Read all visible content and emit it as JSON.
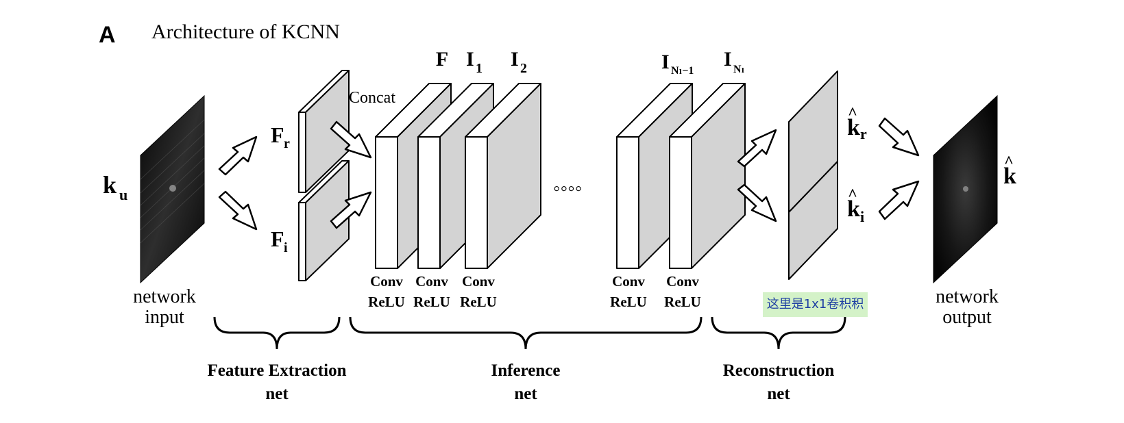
{
  "figure": {
    "panel_letter": "A",
    "title": "Architecture of KCNN",
    "input_label": {
      "main": "k",
      "sub": "u"
    },
    "input_caption": [
      "network",
      "input"
    ],
    "output_label": "k",
    "output_caption": [
      "network",
      "output"
    ],
    "concat_label": "Concat",
    "feature_labels": [
      {
        "main": "F",
        "sub": "r"
      },
      {
        "main": "F",
        "sub": "i"
      }
    ],
    "inference_headers": [
      "F",
      "I",
      "I",
      "I",
      "I"
    ],
    "inference_header_subs": [
      "",
      "1",
      "2",
      "Nₗ−1",
      "Nₗ"
    ],
    "ellipsis": "◦◦◦◦",
    "layer_captions": [
      [
        "Conv",
        "ReLU"
      ],
      [
        "Conv",
        "ReLU"
      ],
      [
        "Conv",
        "ReLU"
      ],
      [
        "Conv",
        "ReLU"
      ],
      [
        "Conv",
        "ReLU"
      ]
    ],
    "recon_labels": [
      {
        "main": "k",
        "sub": "r"
      },
      {
        "main": "k",
        "sub": "i"
      }
    ],
    "stage_labels": [
      [
        "Feature Extraction",
        "net"
      ],
      [
        "Inference",
        "net"
      ],
      [
        "Reconstruction",
        "net"
      ]
    ],
    "annotation_note": "这里是1x1卷积积"
  },
  "colors": {
    "face": "#d3d3d3",
    "edge": "#111111",
    "note_bg": "#d4f2c8",
    "note_text": "#1f3fa3"
  }
}
